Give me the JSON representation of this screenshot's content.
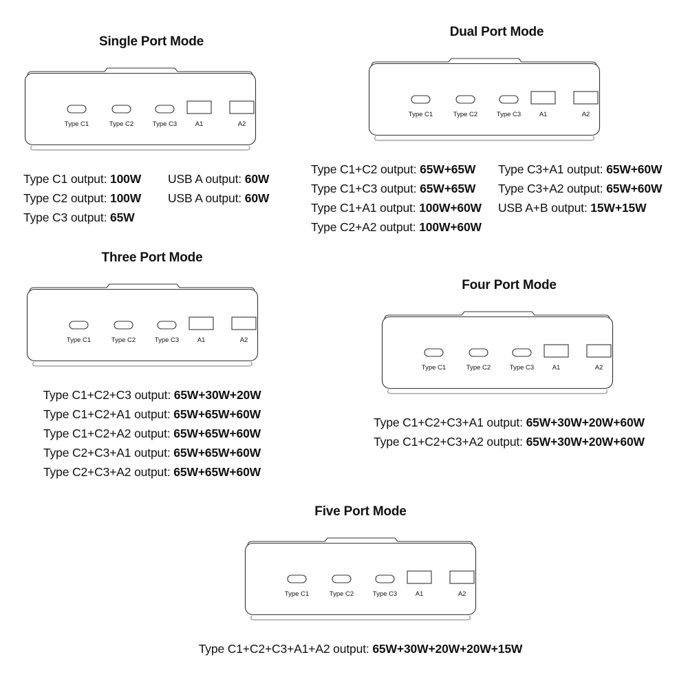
{
  "document": {
    "title": "Power Bank Port Mode Output Chart",
    "background_color": "#ffffff",
    "line_color": "#333333",
    "text_color": "#111111"
  },
  "port_labels": {
    "c1": "Type C1",
    "c2": "Type C2",
    "c3": "Type C3",
    "a1": "A1",
    "a2": "A2"
  },
  "panels": {
    "single": {
      "title": "Single Port Mode",
      "columns": [
        [
          {
            "label": "Type C1 output: ",
            "value": "100W"
          },
          {
            "label": "Type C2 output: ",
            "value": "100W"
          },
          {
            "label": "Type C3 output: ",
            "value": "65W"
          }
        ],
        [
          {
            "label": "USB A output: ",
            "value": "60W"
          },
          {
            "label": "USB A output: ",
            "value": "60W"
          }
        ]
      ]
    },
    "dual": {
      "title": "Dual Port Mode",
      "columns": [
        [
          {
            "label": "Type C1+C2 output: ",
            "value": "65W+65W"
          },
          {
            "label": "Type C1+C3 output: ",
            "value": "65W+65W"
          },
          {
            "label": "Type C1+A1 output: ",
            "value": "100W+60W"
          },
          {
            "label": "Type C2+A2 output: ",
            "value": "100W+60W"
          }
        ],
        [
          {
            "label": "Type C3+A1 output: ",
            "value": "65W+60W"
          },
          {
            "label": "Type C3+A2 output: ",
            "value": "65W+60W"
          },
          {
            "label": "USB A+B output: ",
            "value": "15W+15W"
          }
        ]
      ]
    },
    "three": {
      "title": "Three Port Mode",
      "columns": [
        [
          {
            "label": "Type C1+C2+C3 output: ",
            "value": "65W+30W+20W"
          },
          {
            "label": "Type C1+C2+A1 output: ",
            "value": "65W+65W+60W"
          },
          {
            "label": "Type C1+C2+A2 output: ",
            "value": "65W+65W+60W"
          },
          {
            "label": "Type C2+C3+A1 output: ",
            "value": "65W+65W+60W"
          },
          {
            "label": "Type C2+C3+A2 output: ",
            "value": "65W+65W+60W"
          }
        ]
      ]
    },
    "four": {
      "title": "Four Port Mode",
      "columns": [
        [
          {
            "label": "Type C1+C2+C3+A1 output: ",
            "value": "65W+30W+20W+60W"
          },
          {
            "label": "Type C1+C2+C3+A2 output: ",
            "value": "65W+30W+20W+60W"
          }
        ]
      ]
    },
    "five": {
      "title": "Five Port Mode",
      "columns": [
        [
          {
            "label": "Type C1+C2+C3+A1+A2 output: ",
            "value": "65W+30W+20W+20W+15W"
          }
        ]
      ]
    }
  }
}
